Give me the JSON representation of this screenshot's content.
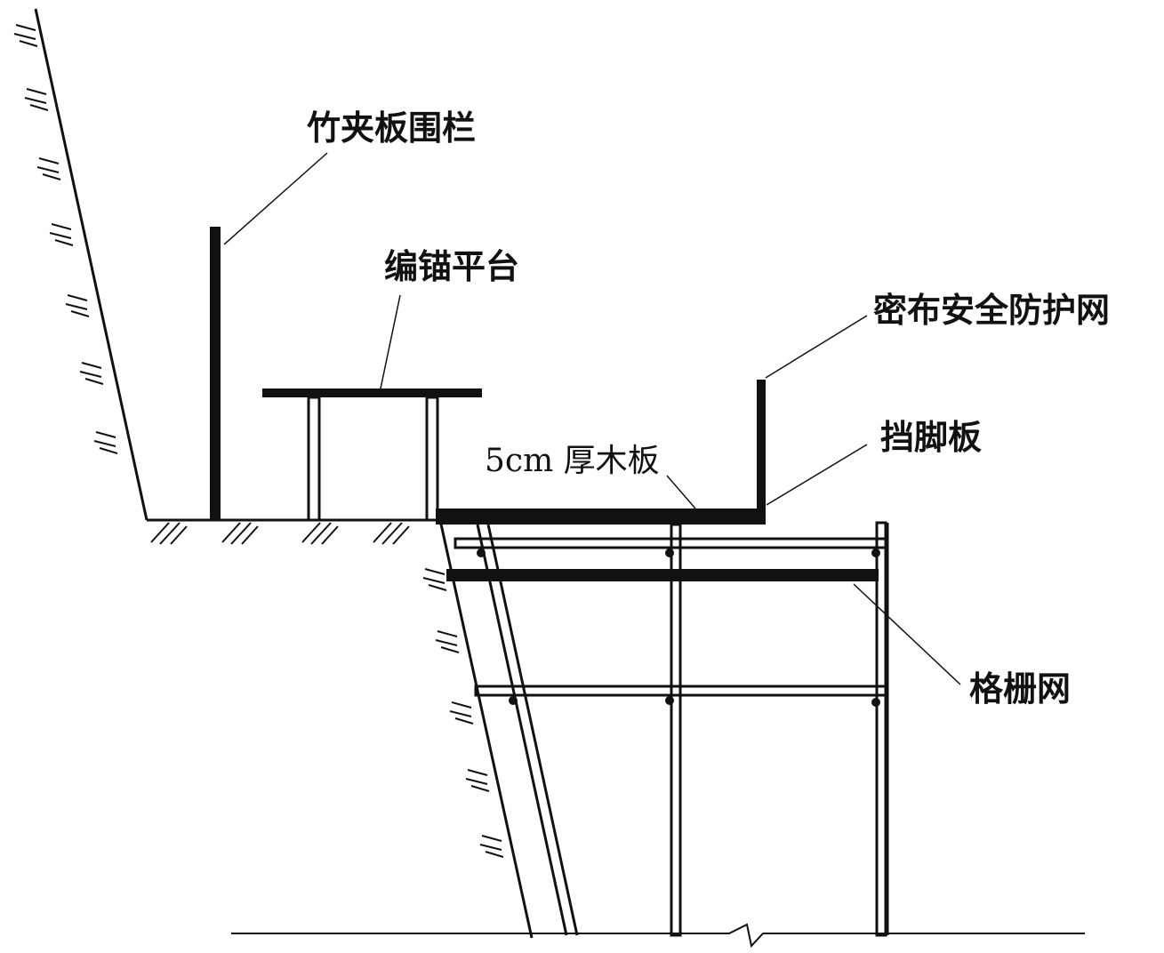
{
  "labels": {
    "bamboo_fence": "竹夹板围栏",
    "anchor_platform": "编锚平台",
    "safety_net": "密布安全防护网",
    "toe_board": "挡脚板",
    "plank": "5cm 厚木板",
    "grid_net": "格栅网"
  },
  "colors": {
    "line": "#111111",
    "background": "#ffffff"
  }
}
